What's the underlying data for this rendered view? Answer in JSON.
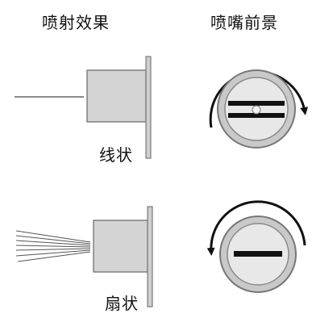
{
  "headers": {
    "effect": "喷射效果",
    "nozzle": "喷嘴前景"
  },
  "rows": [
    {
      "label": "线状"
    },
    {
      "label": "扇状"
    }
  ]
}
